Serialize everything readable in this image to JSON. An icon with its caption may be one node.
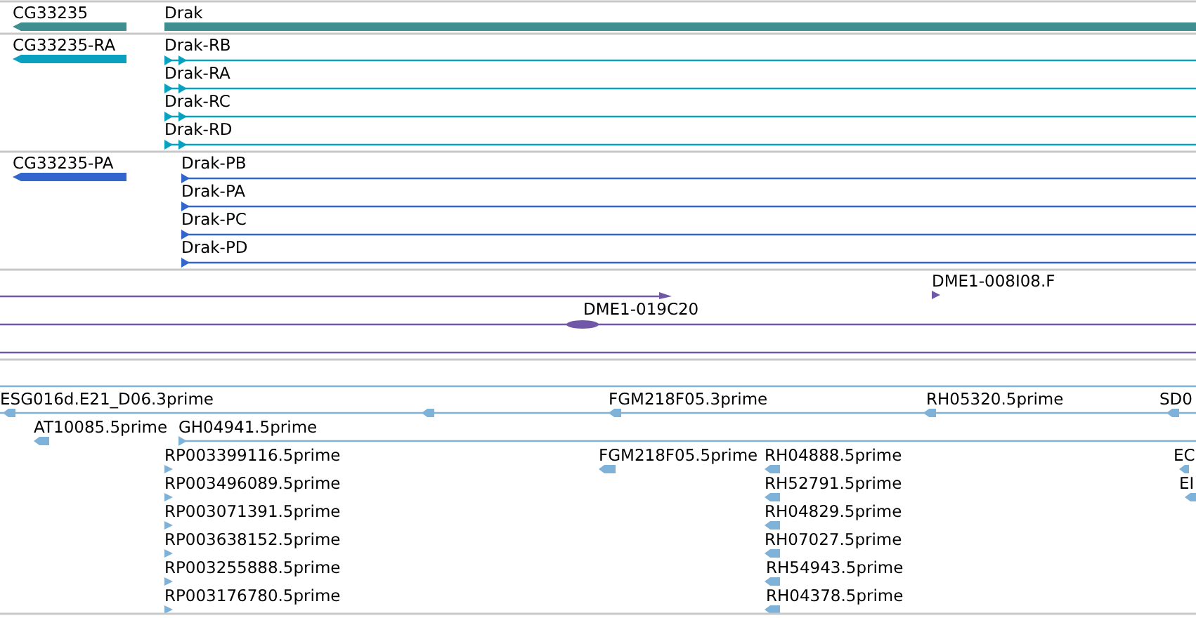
{
  "diagram": {
    "labels": [
      "CG33235",
      "Drak",
      "CG33235-RA",
      "Drak-RB",
      "Drak-RA",
      "Drak-RC",
      "Drak-RD",
      "CG33235-PA",
      "Drak-PB",
      "Drak-PA",
      "Drak-PC",
      "Drak-PD",
      "DME1-008I08.F",
      "DME1-019C20",
      "ESG016d.E21_D06.3prime",
      "FGM218F05.3prime",
      "RH05320.5prime",
      "SD0",
      "AT10085.5prime",
      "GH04941.5prime",
      "RP003399116.5prime",
      "FGM218F05.5prime",
      "RH04888.5prime",
      "EC",
      "RP003496089.5prime",
      "RH52791.5prime",
      "EI",
      "RP003071391.5prime",
      "RH04829.5prime",
      "RP003638152.5prime",
      "RH07027.5prime",
      "RP003255888.5prime",
      "RH54943.5prime",
      "RP003176780.5prime",
      "RH04378.5prime"
    ]
  }
}
